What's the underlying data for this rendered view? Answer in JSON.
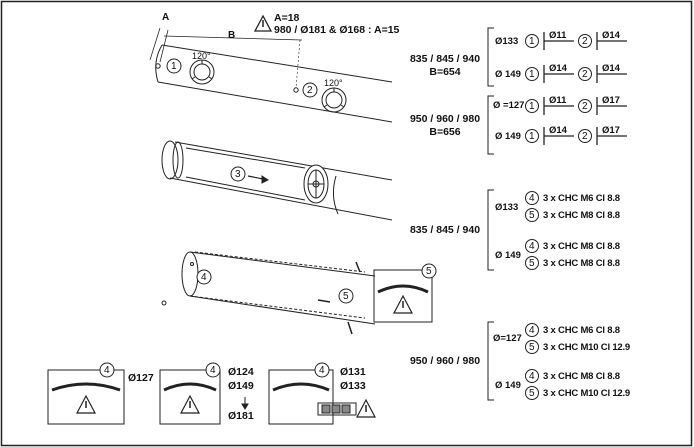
{
  "header": {
    "dim_a": "A",
    "dim_b": "B",
    "warning_line1": "A=18",
    "warning_line2": "980 / Ø181 & Ø168 : A=15"
  },
  "angles": [
    "120°",
    "120°"
  ],
  "circle_labels": {
    "one": "1",
    "two": "2",
    "three": "3",
    "four": "4",
    "five": "5"
  },
  "section1": {
    "model": "835 / 845 / 940",
    "b_value": "B=654",
    "rows": [
      {
        "dia": "Ø133",
        "d1": "Ø11",
        "d2": "Ø14"
      },
      {
        "dia": "Ø 149",
        "d1": "Ø14",
        "d2": "Ø14"
      }
    ]
  },
  "section2": {
    "model": "950 / 960 / 980",
    "b_value": "B=656",
    "rows": [
      {
        "dia": "Ø =127",
        "d1": "Ø11",
        "d2": "Ø17"
      },
      {
        "dia": "Ø 149",
        "d1": "Ø14",
        "d2": "Ø17"
      }
    ]
  },
  "section3": {
    "model": "835 / 845 / 940",
    "groups": [
      {
        "dia": "Ø133",
        "s4": "3 x CHC M6 Cl 8.8",
        "s5": "3 x CHC M8 Cl 8.8"
      },
      {
        "dia": "Ø 149",
        "s4": "3 x CHC M8 Cl 8.8",
        "s5": "3 x CHC M8 Cl 8.8"
      }
    ]
  },
  "section4": {
    "model": "950 / 960 / 980",
    "groups": [
      {
        "dia": "Ø=127",
        "s4": "3 x CHC M6 Cl 8.8",
        "s5": "3 x CHC M10 Cl 12.9"
      },
      {
        "dia": "Ø 149",
        "s4": "3 x CHC M8 Cl 8.8",
        "s5": "3 x CHC M10 Cl 12.9"
      }
    ]
  },
  "bottom": {
    "box1_dia": "Ø127",
    "box2_dia_a": "Ø124",
    "box2_dia_b": "Ø149",
    "box2_dia_c": "Ø181",
    "box3_dia_a": "Ø131",
    "box3_dia_b": "Ø133"
  }
}
